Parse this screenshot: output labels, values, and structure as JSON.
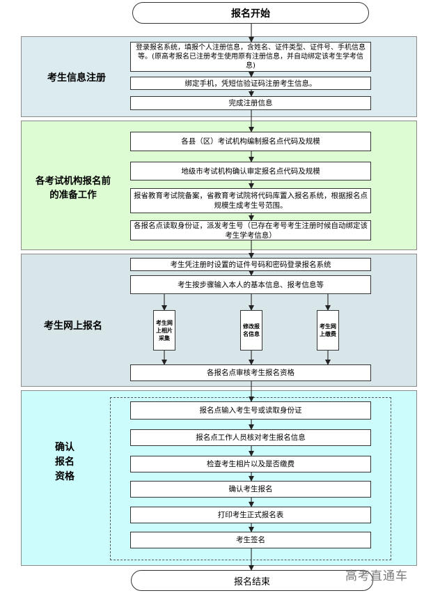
{
  "start_label": "报名开始",
  "end_label": "报名结束",
  "sections": [
    {
      "label": "考生信息注册",
      "steps": [
        "登录报名系统，填报个人注册信息，含姓名、证件类型、证件号、手机信息等。(原高考报名已注册考生使用原有注册信息，并自动绑定该考生学考信息)",
        "绑定手机，凭短信验证码注册考生信息。",
        "完成注册信息"
      ]
    },
    {
      "label": "各考试机构报名前的准备工作",
      "steps": [
        "各县（区）考试机构编制报名点代码及规模",
        "地级市考试机构确认审定报名点代码及规模",
        "报省教育考试院备案，省教育考试院将代码库置入报名系统，根据报名点规模生成考生号范围。",
        "各报名点读取身份证，派发考生号（已存在考号考生注册时候自动绑定该考生学考信息）"
      ]
    },
    {
      "label": "考生网上报名",
      "steps": [
        "考生凭注册时设置的证件号码和密码登录报名系统",
        "考生按步骤输入本人的基本信息、报考信息等"
      ],
      "branches": [
        "考生网上相片采集",
        "修改报名信息",
        "考生网上缴费"
      ],
      "final_step": "各报名点审核考生报名资格"
    },
    {
      "label": "确认报名资格",
      "steps": [
        "报名点输入考生号或读取身份证",
        "报名点工作人员核对考生报名信息",
        "检查考生相片以及是否缴费",
        "确认考生报名",
        "打印考生正式报名表",
        "考生签名"
      ]
    }
  ],
  "watermark": "高考直通车",
  "colors": {
    "section1_bg": "#dcebef",
    "section2_bg": "#ddfcd3",
    "section3_bg": "#d8e6ea",
    "section4_bg": "#cdfcfd"
  }
}
